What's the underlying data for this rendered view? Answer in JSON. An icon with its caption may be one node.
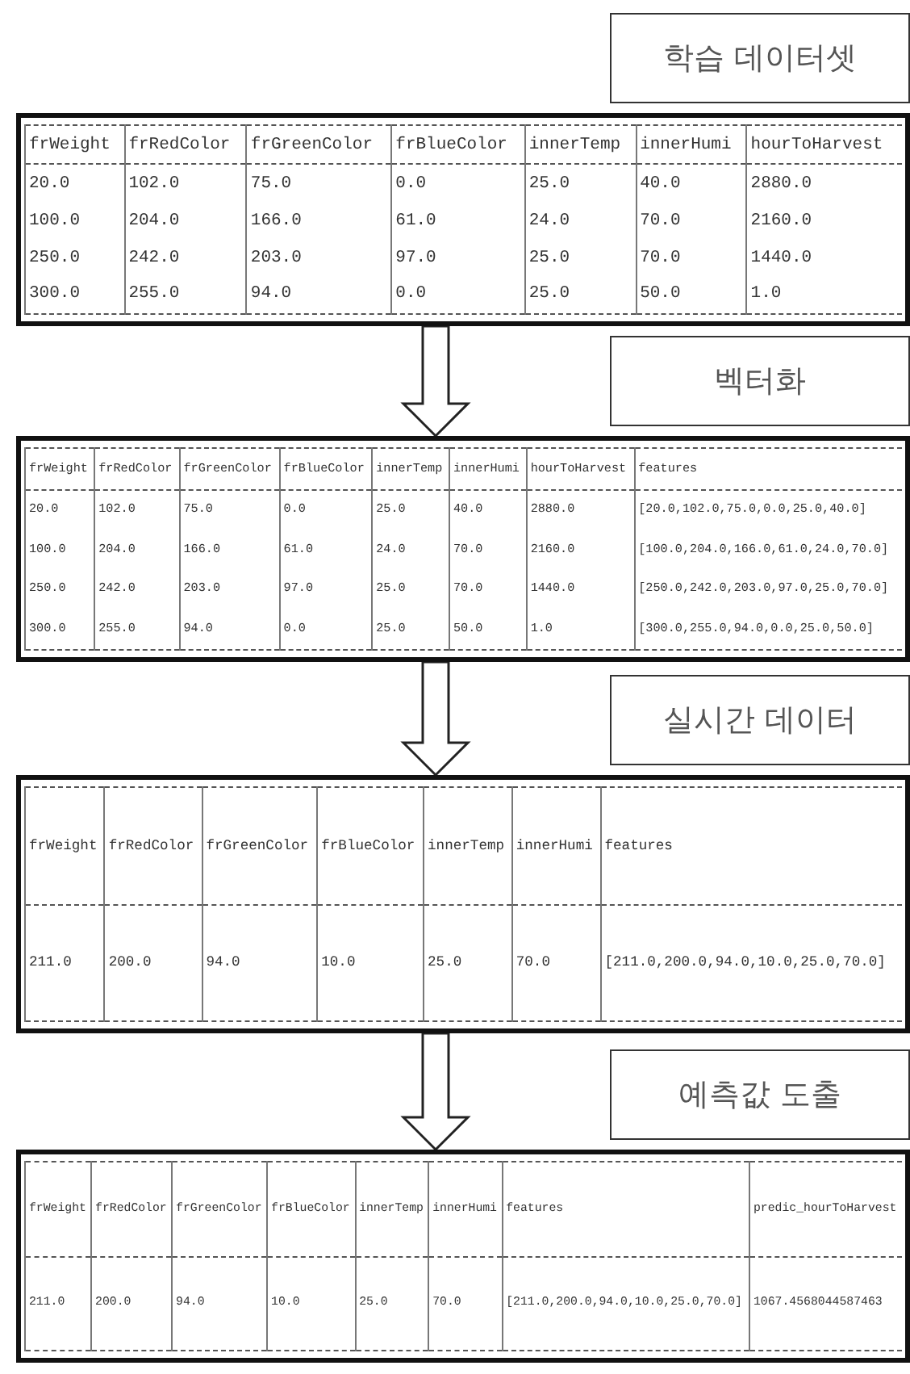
{
  "diagram": {
    "nodes": [
      {
        "text": [
          "학습 데이터셋"
        ]
      },
      {
        "text": [
          "frWeight",
          "frRedColor",
          "frGreenColor",
          "frBlueColor",
          "innerTemp",
          "innerHumi",
          "hourToHarvest",
          "20.0",
          "102.0",
          "75.0",
          "0.0",
          "25.0",
          "40.0",
          "2880.0",
          "100.0",
          "204.0",
          "166.0",
          "61.0",
          "24.0",
          "70.0",
          "2160.0",
          "250.0",
          "242.0",
          "203.0",
          "97.0",
          "25.0",
          "70.0",
          "1440.0",
          "300.0",
          "255.0",
          "94.0",
          "0.0",
          "25.0",
          "50.0",
          "1.0"
        ]
      },
      {
        "text": [
          "벡터화"
        ]
      },
      {
        "text": [
          "frWeight",
          "frRedColor",
          "frGreenColor",
          "frBlueColor",
          "innerTemp",
          "innerHumi",
          "hourToHarvest",
          "features",
          "20.0",
          "102.0",
          "75.0",
          "0.0",
          "25.0",
          "40.0",
          "2880.0",
          "[20.0,102.0,75.0,0.0,25.0,40.0]",
          "100.0",
          "204.0",
          "166.0",
          "61.0",
          "24.0",
          "70.0",
          "2160.0",
          "[100.0,204.0,166.0,61.0,24.0,70.0]",
          "250.0",
          "242.0",
          "203.0",
          "97.0",
          "25.0",
          "70.0",
          "1440.0",
          "[250.0,242.0,203.0,97.0,25.0,70.0]",
          "300.0",
          "255.0",
          "94.0",
          "0.0",
          "25.0",
          "50.0",
          "1.0",
          "[300.0,255.0,94.0,0.0,25.0,50.0]"
        ]
      },
      {
        "text": [
          "실시간 데이터"
        ]
      },
      {
        "text": [
          "frWeight",
          "frRedColor",
          "frGreenColor",
          "frBlueColor",
          "innerTemp",
          "innerHumi",
          "features",
          "211.0",
          "200.0",
          "94.0",
          "10.0",
          "25.0",
          "70.0",
          "[211.0,200.0,94.0,10.0,25.0,70.0]"
        ]
      },
      {
        "text": [
          "예측값 도출"
        ]
      },
      {
        "text": [
          "frWeight",
          "frRedColor",
          "frGreenColor",
          "frBlueColor",
          "innerTemp",
          "innerHumi",
          "features",
          "predic_hourToHarvest",
          "211.0",
          "200.0",
          "94.0",
          "10.0",
          "25.0",
          "70.0",
          "[211.0,200.0,94.0,10.0,25.0,70.0]",
          "1067.4568044587463"
        ]
      }
    ],
    "edges": [
      {
        "from": 1,
        "to": 3,
        "arrow": "to"
      },
      {
        "from": 3,
        "to": 5,
        "arrow": "to"
      },
      {
        "from": 5,
        "to": 7,
        "arrow": "to"
      }
    ]
  }
}
